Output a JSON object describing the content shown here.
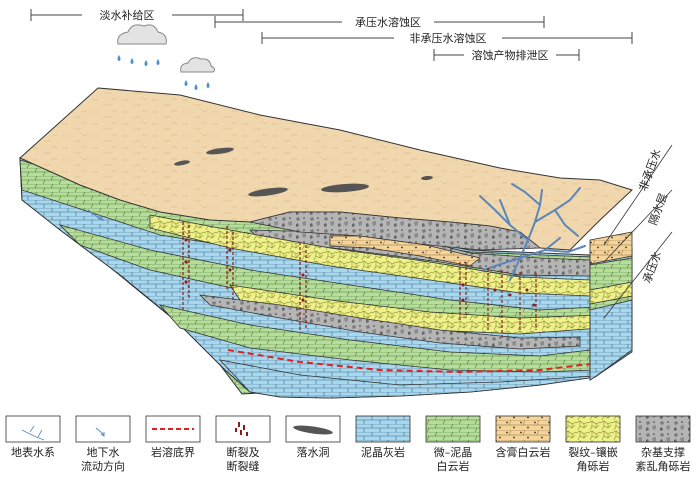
{
  "zones": [
    {
      "label": "淡水补给区"
    },
    {
      "label": "承压水溶蚀区"
    },
    {
      "label": "非承压水溶蚀区"
    },
    {
      "label": "溶蚀产物排泄区"
    }
  ],
  "side_labels": {
    "unconfined": "非承压水",
    "aquitard": "隔水层",
    "confined": "承压水"
  },
  "legend": [
    {
      "key": "surface-water",
      "label": "地表水系"
    },
    {
      "key": "groundwater-flow",
      "label": "地下水",
      "label2": "流动方向"
    },
    {
      "key": "karst-base",
      "label": "岩溶底界"
    },
    {
      "key": "fault",
      "label": "断裂及",
      "label2": "断裂缝"
    },
    {
      "key": "sinkhole",
      "label": "落水洞"
    },
    {
      "key": "limestone",
      "label": "泥晶灰岩"
    },
    {
      "key": "dolomite",
      "label": "微–泥晶",
      "label2": "白云岩"
    },
    {
      "key": "gypsum-dolomite",
      "label": "含膏白云岩"
    },
    {
      "key": "crackle-breccia",
      "label": "裂纹–镶嵌",
      "label2": "角砾岩"
    },
    {
      "key": "chaotic-breccia",
      "label": "杂基支撑",
      "label2": "紊乱角砾岩"
    }
  ],
  "colors": {
    "limestone": "#a9d8ee",
    "dolomite": "#b7dd9a",
    "gypsum": "#f5d49a",
    "breccia_yellow": "#eef08a",
    "breccia_grey": "#b5b5b5",
    "land": "#f1d7ad",
    "river": "#5b86b8",
    "karst_base": "#e02020",
    "fault": "#8b1a1a"
  }
}
